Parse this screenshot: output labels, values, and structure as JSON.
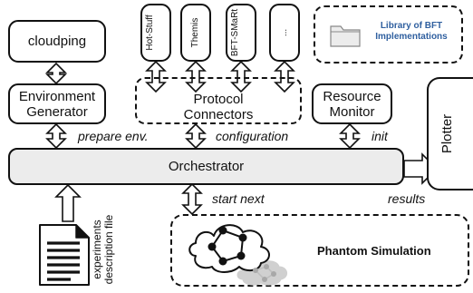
{
  "nodes": {
    "cloudping": "cloudping",
    "environment_generator": "Environment Generator",
    "protocol_connectors": "Protocol Connectors",
    "resource_monitor": "Resource Monitor",
    "orchestrator": "Orchestrator",
    "plotter": "Plotter",
    "library": "Library of BFT Implementations",
    "phantom_simulation": "Phantom Simulation",
    "experiments_file": "experiments description file"
  },
  "protocols": [
    "Hot-Stuff",
    "Themis",
    "BFT-SMaRt",
    "..."
  ],
  "edges": {
    "prepare_env": "prepare env.",
    "configuration": "configuration",
    "init": "init",
    "start_next": "start next",
    "results": "results"
  },
  "colors": {
    "library_text": "#2f5f9f",
    "orchestrator_fill": "#ececec",
    "arrow_fill": "#ffffff",
    "network_fill": "#d0d0d0"
  }
}
